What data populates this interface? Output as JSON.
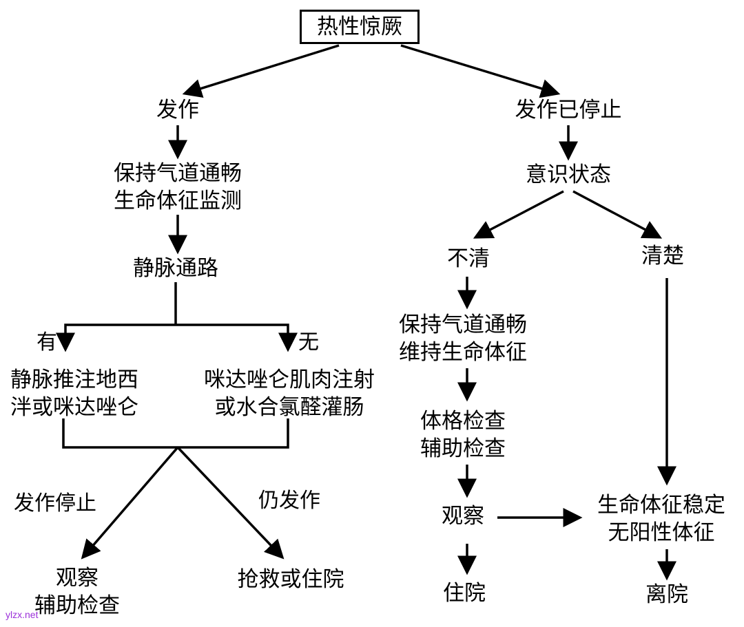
{
  "title": "热性惊厥",
  "nodes": {
    "seizure": "发作",
    "stopped": "发作已停止",
    "airway_left": [
      "保持气道通畅",
      "生命体征监测"
    ],
    "iv": "静脉通路",
    "iv_yes_tx": [
      "静脉推注地西",
      "泮或咪达唑仑"
    ],
    "iv_no_tx": [
      "咪达唑仑肌肉注射",
      "或水合氯醛灌肠"
    ],
    "observe_left": [
      "观察",
      "辅助检查"
    ],
    "rescue": "抢救或住院",
    "consciousness": "意识状态",
    "unclear": "不清",
    "clear": "清楚",
    "airway_right": [
      "保持气道通畅",
      "维持生命体征"
    ],
    "exam": [
      "体格检查",
      "辅助检查"
    ],
    "observe_right": "观察",
    "stable": [
      "生命体征稳定",
      "无阳性体征"
    ],
    "admit": "住院",
    "discharge": "离院"
  },
  "labels": {
    "yes": "有",
    "no": "无",
    "seizure_stopped": "发作停止",
    "still_seizing": "仍发作"
  },
  "watermark": "ylzx.net",
  "colors": {
    "line": "#000000",
    "watermark": "#9b30d9"
  }
}
